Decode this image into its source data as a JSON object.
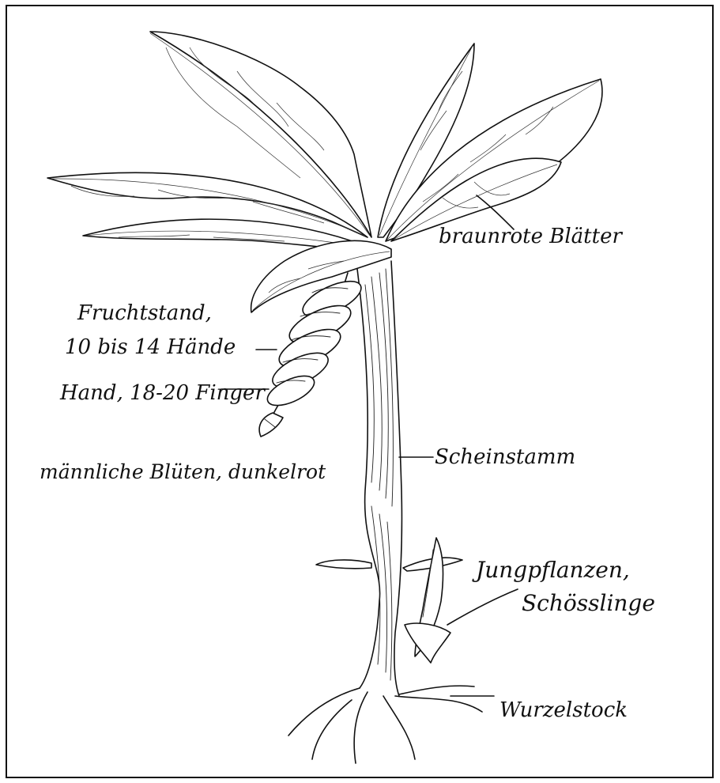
{
  "diagram": {
    "labels": {
      "leaves": "braunrote Blätter",
      "fruit_stand_line1": "Fruchtstand,",
      "fruit_stand_line2": "10 bis 14 Hände",
      "hand": "Hand, 18-20 Finger",
      "male_flowers": "männliche Blüten, dunkelrot",
      "pseudostem": "Scheinstamm",
      "suckers_line1": "Jungpflanzen,",
      "suckers_line2": "Schösslinge",
      "rhizome": "Wurzelstock"
    },
    "colors": {
      "ink": "#111111",
      "paper": "#ffffff"
    }
  }
}
